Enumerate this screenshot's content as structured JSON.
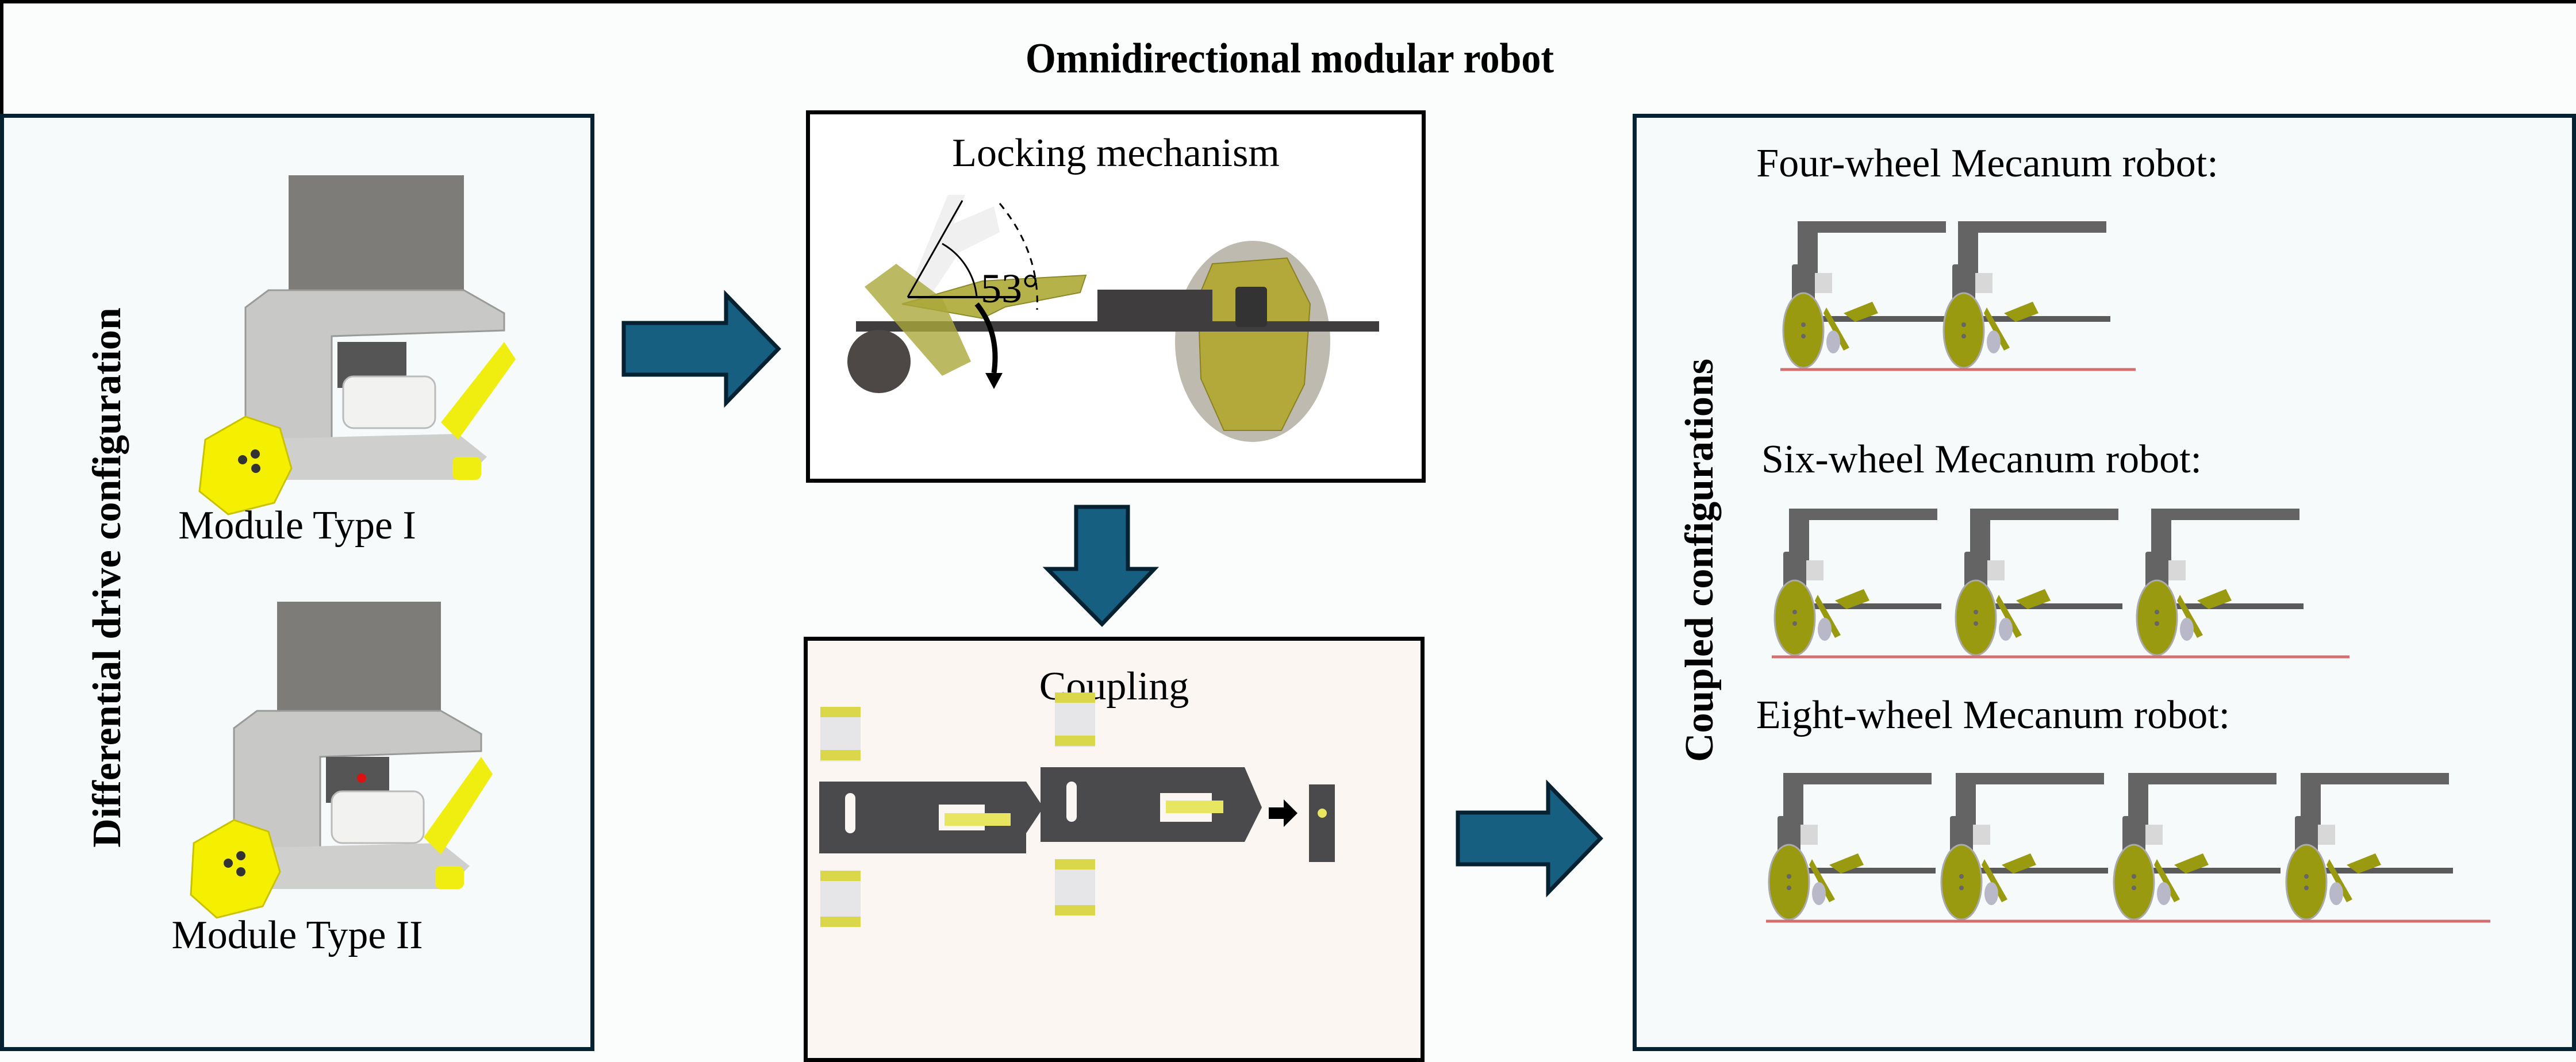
{
  "title": "Omnidirectional modular robot",
  "left_panel": {
    "vertical_label": "Differential drive configuration",
    "modules": [
      {
        "caption": "Module Type I"
      },
      {
        "caption": "Module Type II"
      }
    ]
  },
  "locking_panel": {
    "title": "Locking mechanism",
    "angle_label": "53°"
  },
  "coupling_panel": {
    "title": "Coupling"
  },
  "right_panel": {
    "vertical_label": "Coupled configurations",
    "configurations": [
      {
        "label": "Four-wheel Mecanum robot:",
        "modules": 2
      },
      {
        "label": "Six-wheel Mecanum robot:",
        "modules": 3
      },
      {
        "label": "Eight-wheel Mecanum robot:",
        "modules": 4
      }
    ]
  },
  "colors": {
    "arrow_fill": "#175f80",
    "arrow_stroke": "#062232",
    "panel_border": "#062232",
    "ground_line": "#d07070",
    "wheel_yellow": "#9a9a10",
    "module_yellow": "#f0ee10",
    "body_gray": "#646464"
  }
}
